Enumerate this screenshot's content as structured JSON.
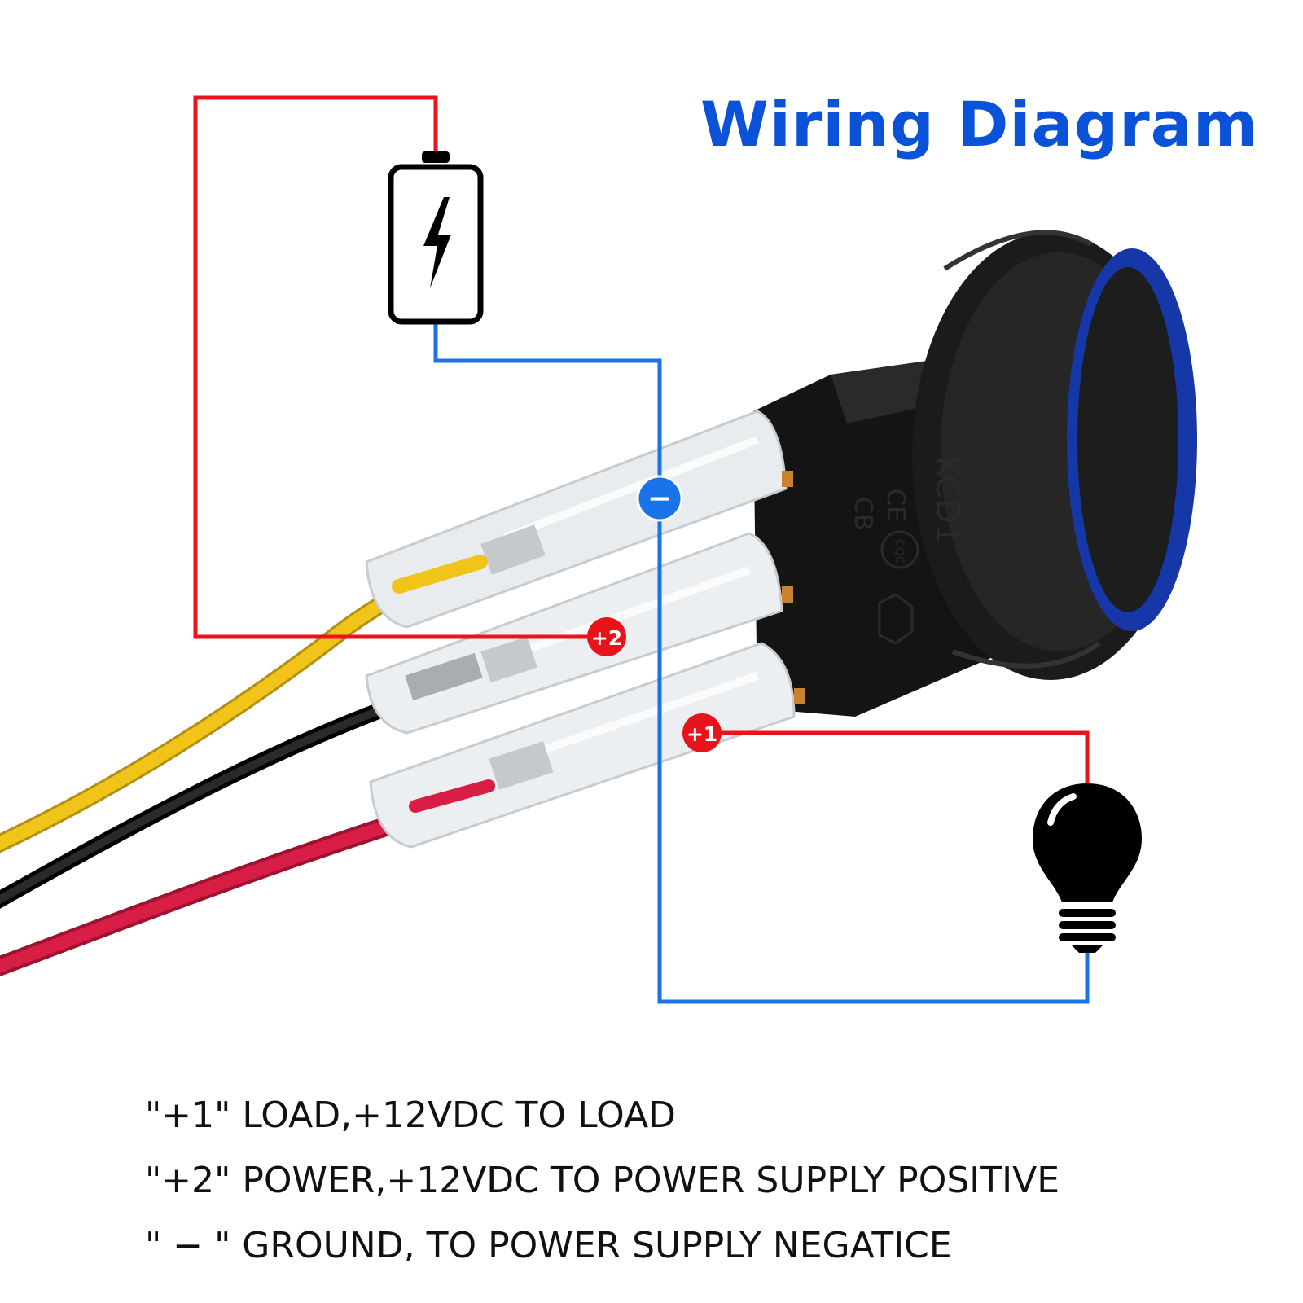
{
  "title": "Wiring Diagram",
  "terminals": {
    "load": "+1",
    "power": "+2",
    "ground": "−"
  },
  "switch_markings": {
    "brand": "KCD1",
    "ce": "CE",
    "cb": "CB",
    "cqc": "CQC"
  },
  "icons": [
    "battery-icon",
    "lightning-bolt-icon",
    "light-bulb-icon"
  ],
  "legend": [
    "\"+1\" LOAD,+12VDC TO LOAD",
    "\"+2\" POWER,+12VDC TO POWER SUPPLY POSITIVE",
    "\" − \" GROUND, TO POWER SUPPLY NEGATICE"
  ],
  "colors": {
    "title": "#0a52d8",
    "positive_wire": "#e8141b",
    "negative_wire": "#1a73e8",
    "badge_positive": "#e8141b",
    "badge_negative": "#1a73e8",
    "lead_yellow": "#f0c419",
    "lead_black": "#111111",
    "lead_red": "#d81e45",
    "switch_ring": "#1537a8"
  }
}
